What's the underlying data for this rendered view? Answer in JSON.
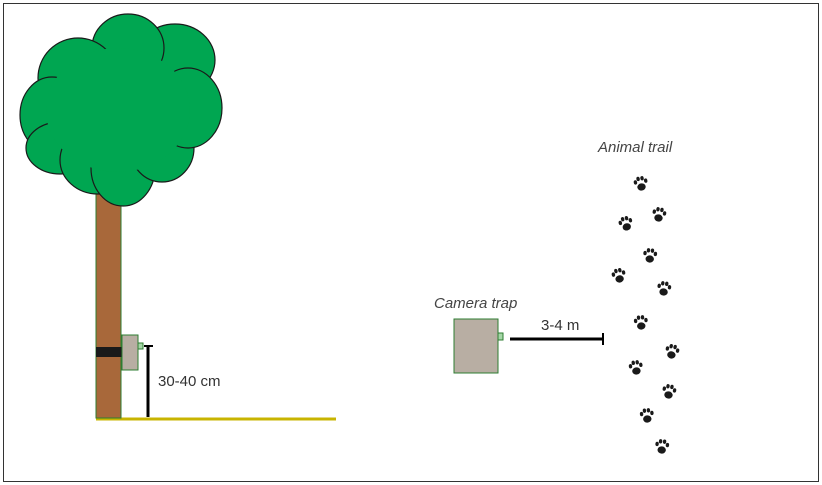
{
  "labels": {
    "height_measure": "30-40 cm",
    "camera_trap": "Camera trap",
    "distance_measure": "3-4 m",
    "animal_trail": "Animal trail"
  },
  "colors": {
    "foliage": "#00a651",
    "foliage_outline": "#1a1a1a",
    "trunk": "#a8683a",
    "trunk_outline": "#2e7d32",
    "camera_body": "#b8aea3",
    "camera_outline": "#2e7d32",
    "camera_lens": "#a5d6a7",
    "strap": "#1a1a1a",
    "ground": "#c8b400",
    "measure_line": "#000000",
    "paw_print": "#1a1a1a",
    "frame_border": "#333333"
  },
  "icons": {
    "trail_marks": "paw-print-icon"
  }
}
